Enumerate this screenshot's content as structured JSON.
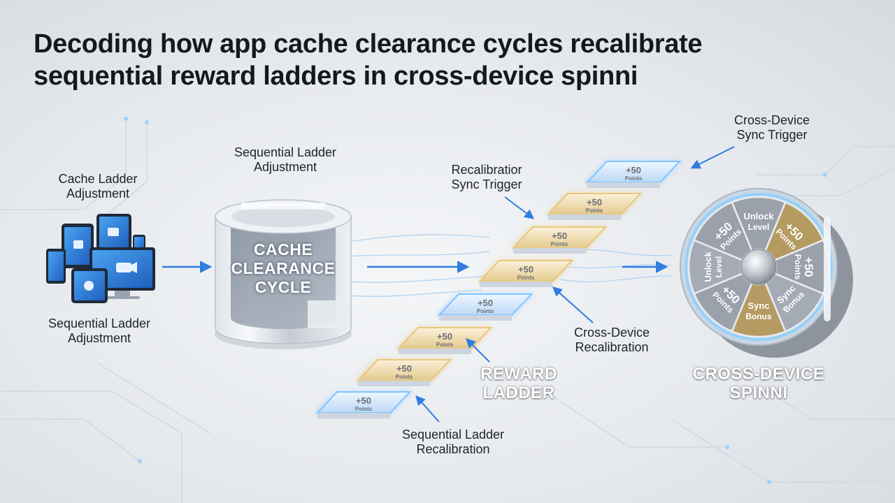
{
  "title": {
    "line1": "Decoding how app cache clearance cycles recalibrate",
    "line2": "sequential reward ladders in cross-device spinni"
  },
  "labels": {
    "cache_ladder": [
      "Cache Ladder",
      "Adjustment"
    ],
    "seq_adjust_top": [
      "Sequential Ladder",
      "Adjustment"
    ],
    "seq_adjust_left": [
      "Sequential Ladder",
      "Adjustment"
    ],
    "recal_sync": [
      "Recalibratior",
      "Sync Trigger"
    ],
    "cross_sync": [
      "Cross-Device",
      "Sync Trigger"
    ],
    "cross_recal": [
      "Cross-Device",
      "Recalibration"
    ],
    "seq_recal": [
      "Sequential Ladder",
      "Recalibration"
    ]
  },
  "cylinder": {
    "lines": [
      "CACHE",
      "CLEARANCE",
      "CYCLE"
    ]
  },
  "reward_ladder": {
    "title": [
      "REWARD",
      "LADDER"
    ],
    "step_text": "+50",
    "step_subtext": "Points"
  },
  "wheel": {
    "title": [
      "CROSS-DEVICE",
      "SPINNI"
    ],
    "segments": [
      {
        "line1": "Unlock",
        "line2": "Level",
        "color": "#9aa1ab"
      },
      {
        "line1": "+50",
        "line2": "Points",
        "color": "#b59a62"
      },
      {
        "line1": "+50",
        "line2": "Points",
        "color": "#9aa1ab"
      },
      {
        "line1": "Sync",
        "line2": "Bonus",
        "color": "#a4abb4"
      },
      {
        "line1": "Sync",
        "line2": "Bonus",
        "color": "#b59a62"
      },
      {
        "line1": "+50",
        "line2": "Points",
        "color": "#9aa1ab"
      },
      {
        "line1": "Unlock",
        "line2": "Level",
        "color": "#a4abb4"
      },
      {
        "line1": "+50",
        "line2": "Points",
        "color": "#9aa1ab"
      }
    ]
  },
  "colors": {
    "accent_blue": "#2f7de1",
    "glow_blue": "#7cc4ff",
    "gold": "#e8c77a",
    "wheel_rim": "#c9ced5"
  }
}
